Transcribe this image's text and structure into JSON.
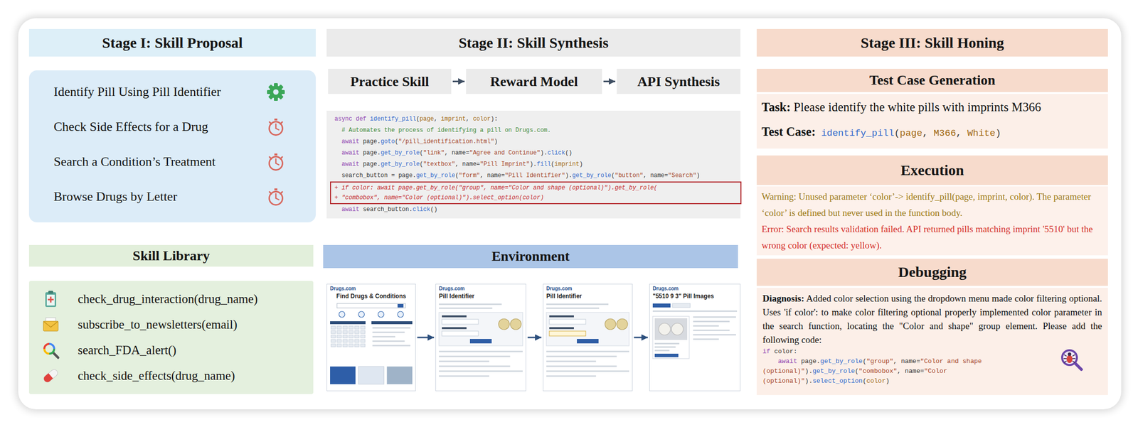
{
  "diagram": {
    "nodes": [
      {
        "text": [
          "Stage I: Skill Proposal"
        ]
      },
      {
        "text": [
          "Identify Pill Using Pill Identifier",
          "Check Side Effects for a Drug",
          "Search a Condition’s Treatment",
          "Browse Drugs by Letter"
        ]
      },
      {
        "text": [
          "Skill Library"
        ]
      },
      {
        "text": [
          "check_drug_interaction(drug_name)",
          "subscribe_to_newsletters(email)",
          "search_FDA_alert()",
          "check_side_effects(drug_name)"
        ]
      },
      {
        "text": [
          "Stage II: Skill Synthesis"
        ]
      },
      {
        "text": [
          "Practice Skill"
        ]
      },
      {
        "text": [
          "Reward Model"
        ]
      },
      {
        "text": [
          "API Synthesis"
        ]
      },
      {
        "text": [
          "async def identify_pill(page, imprint, color):",
          "  # Automates the process of identifying a pill on Drugs.com.",
          "  await page.goto(\"/pill_identification.html\")",
          "  await page.get_by_role(\"link\", name=\"Agree and Continue\").click()",
          "  await page.get_by_role(\"textbox\", name=\"Pill Imprint\").fill(imprint)",
          "  search_button = page.get_by_role(\"form\", name=\"Pill Identifier\").get_by_role(\"button\", name=\"Search\")",
          "  await search_button.click()"
        ]
      },
      {
        "text": [
          "+ if color: await page.get_by_role(\"group\", name=\"Color and shape (optional)\").get_by_role(",
          "+ \"combobox\", name=\"Color (optional)\").select_option(color)"
        ],
        "in": 8
      },
      {
        "text": [
          "Environment"
        ]
      },
      {
        "text": [
          "Drugs.com",
          "Find Drugs & Conditions"
        ]
      },
      {
        "text": [
          "Drugs.com",
          "Pill Identifier"
        ]
      },
      {
        "text": [
          "Drugs.com",
          "Pill Identifier"
        ]
      },
      {
        "text": [
          "Drugs.com",
          "\"5510 9 3\" Pill Images"
        ]
      },
      {
        "text": [
          "Stage III: Skill Honing"
        ]
      },
      {
        "text": [
          "Test Case Generation"
        ]
      },
      {
        "text": [
          "Task: Please identify the white pills with imprints M366",
          "Test Case: identify_pill(page, M366, White)"
        ]
      },
      {
        "text": [
          "Execution"
        ]
      },
      {
        "text": [
          "Warning: Unused parameter ‘color’-> identify_pill(page, imprint, color). The parameter ‘color’ is defined but never used in the function body.",
          "Error: Search results validation failed. API returned pills matching imprint '5510' but the wrong color (expected: yellow)."
        ]
      },
      {
        "text": [
          "Debugging"
        ]
      },
      {
        "text": [
          "Diagnosis: Added color selection using the dropdown menu made color filtering optional. Uses 'if color': to make color filtering optional properly implemented color parameter in the search function, locating the \"Color and shape\" group element. Please add the following code:",
          "if color:",
          "    await page.get_by_role(\"group\", name=\"Color and shape (optional)\").get_by_role(\"combobox\", name=\"Color (optional)\").select_option(color)"
        ]
      }
    ],
    "edges": [
      {
        "from": 5,
        "to": 6,
        "arrow": "to"
      },
      {
        "from": 6,
        "to": 7,
        "arrow": "to"
      },
      {
        "from": 11,
        "to": 12,
        "arrow": "to"
      },
      {
        "from": 12,
        "to": 13,
        "arrow": "to"
      },
      {
        "from": 13,
        "to": 14,
        "arrow": "to"
      }
    ]
  }
}
